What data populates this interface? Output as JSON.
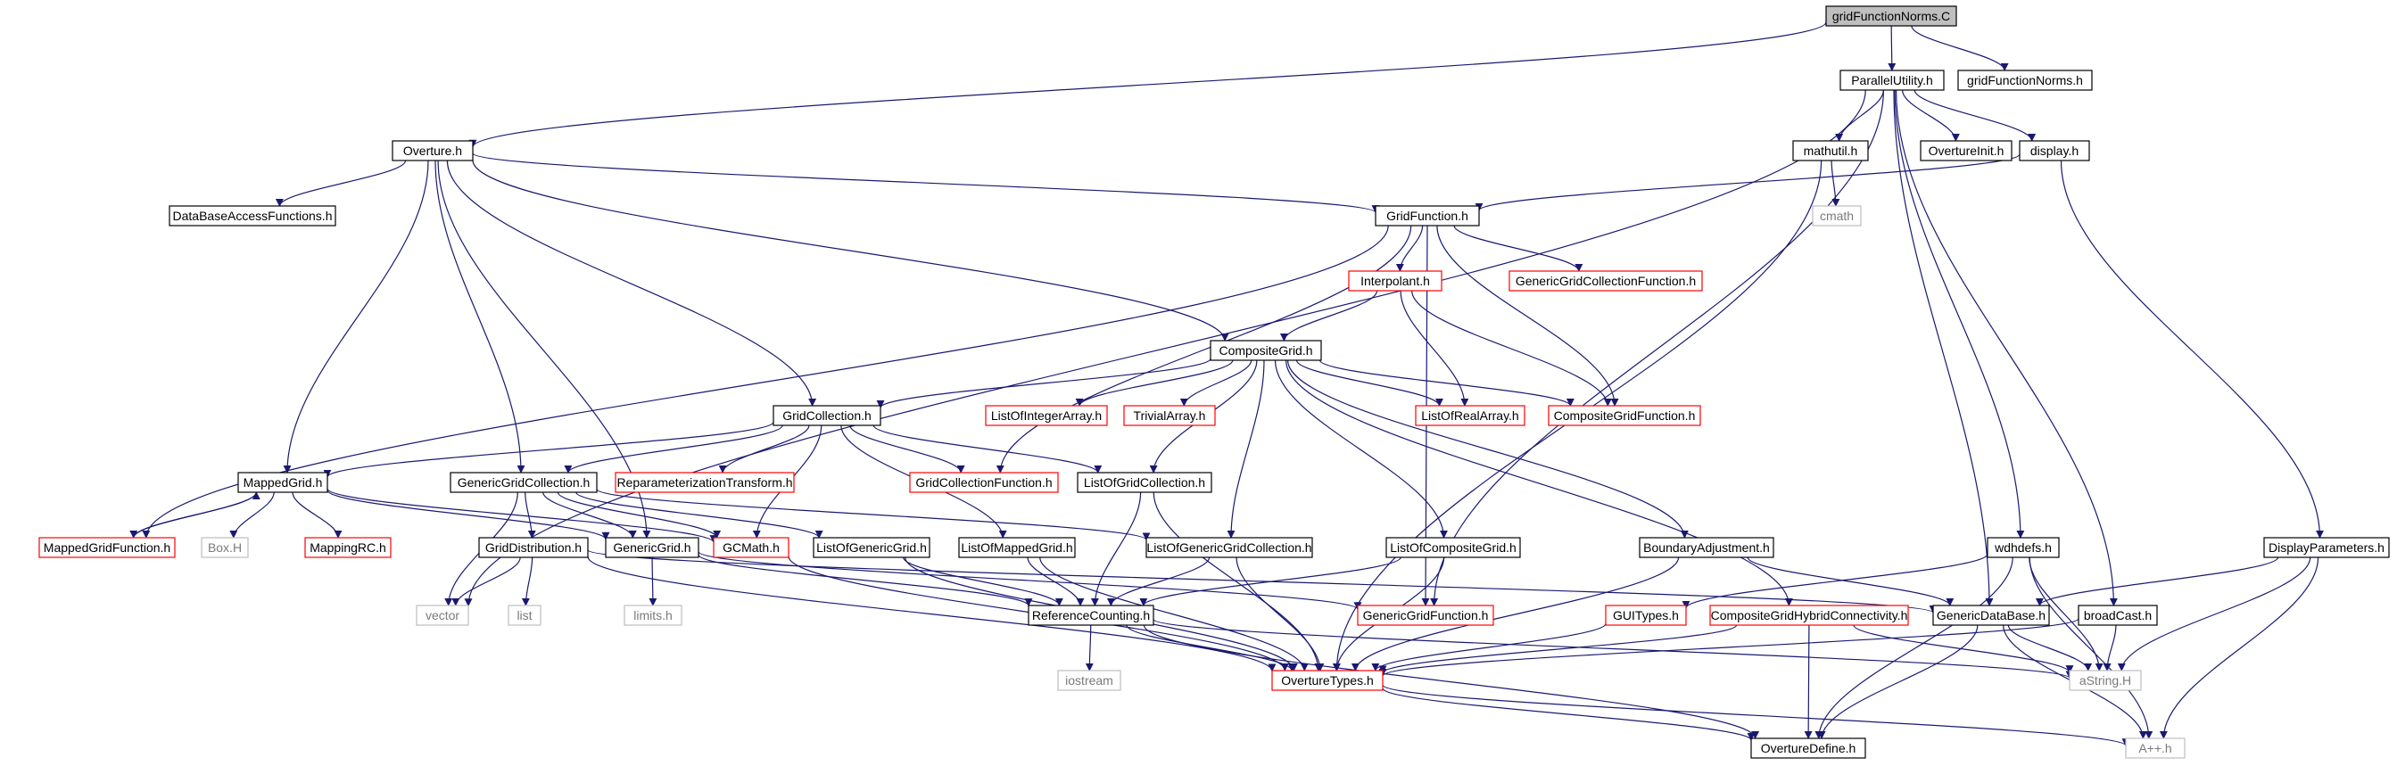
{
  "nodes": [
    {
      "id": "gridFunctionNorms_C",
      "label": "gridFunctionNorms.C",
      "style": "root"
    },
    {
      "id": "ParallelUtility_h",
      "label": "ParallelUtility.h",
      "style": "normal"
    },
    {
      "id": "gridFunctionNorms_h",
      "label": "gridFunctionNorms.h",
      "style": "normal"
    },
    {
      "id": "Overture_h",
      "label": "Overture.h",
      "style": "normal"
    },
    {
      "id": "mathutil_h",
      "label": "mathutil.h",
      "style": "normal"
    },
    {
      "id": "OvertureInit_h",
      "label": "OvertureInit.h",
      "style": "normal"
    },
    {
      "id": "display_h",
      "label": "display.h",
      "style": "normal"
    },
    {
      "id": "DataBaseAccessFunctions_h",
      "label": "DataBaseAccessFunctions.h",
      "style": "normal"
    },
    {
      "id": "GridFunction_h",
      "label": "GridFunction.h",
      "style": "normal"
    },
    {
      "id": "cmath",
      "label": "cmath",
      "style": "system"
    },
    {
      "id": "Interpolant_h",
      "label": "Interpolant.h",
      "style": "truncated"
    },
    {
      "id": "GenericGridCollectionFunction_h",
      "label": "GenericGridCollectionFunction.h",
      "style": "truncated"
    },
    {
      "id": "CompositeGrid_h",
      "label": "CompositeGrid.h",
      "style": "normal"
    },
    {
      "id": "GridCollection_h",
      "label": "GridCollection.h",
      "style": "normal"
    },
    {
      "id": "ListOfIntegerArray_h",
      "label": "ListOfIntegerArray.h",
      "style": "truncated"
    },
    {
      "id": "TrivialArray_h",
      "label": "TrivialArray.h",
      "style": "truncated"
    },
    {
      "id": "ListOfRealArray_h",
      "label": "ListOfRealArray.h",
      "style": "truncated"
    },
    {
      "id": "CompositeGridFunction_h",
      "label": "CompositeGridFunction.h",
      "style": "truncated"
    },
    {
      "id": "MappedGrid_h",
      "label": "MappedGrid.h",
      "style": "normal"
    },
    {
      "id": "GenericGridCollection_h",
      "label": "GenericGridCollection.h",
      "style": "normal"
    },
    {
      "id": "ReparameterizationTransform_h",
      "label": "ReparameterizationTransform.h",
      "style": "truncated"
    },
    {
      "id": "GridCollectionFunction_h",
      "label": "GridCollectionFunction.h",
      "style": "truncated"
    },
    {
      "id": "ListOfGridCollection_h",
      "label": "ListOfGridCollection.h",
      "style": "normal"
    },
    {
      "id": "MappedGridFunction_h",
      "label": "MappedGridFunction.h",
      "style": "truncated"
    },
    {
      "id": "Box_H",
      "label": "Box.H",
      "style": "system"
    },
    {
      "id": "MappingRC_h",
      "label": "MappingRC.h",
      "style": "truncated"
    },
    {
      "id": "GridDistribution_h",
      "label": "GridDistribution.h",
      "style": "normal"
    },
    {
      "id": "GenericGrid_h",
      "label": "GenericGrid.h",
      "style": "normal"
    },
    {
      "id": "GCMath_h",
      "label": "GCMath.h",
      "style": "truncated"
    },
    {
      "id": "ListOfGenericGrid_h",
      "label": "ListOfGenericGrid.h",
      "style": "normal"
    },
    {
      "id": "ListOfMappedGrid_h",
      "label": "ListOfMappedGrid.h",
      "style": "normal"
    },
    {
      "id": "ListOfGenericGridCollection_h",
      "label": "ListOfGenericGridCollection.h",
      "style": "normal"
    },
    {
      "id": "ListOfCompositeGrid_h",
      "label": "ListOfCompositeGrid.h",
      "style": "normal"
    },
    {
      "id": "BoundaryAdjustment_h",
      "label": "BoundaryAdjustment.h",
      "style": "normal"
    },
    {
      "id": "wdhdefs_h",
      "label": "wdhdefs.h",
      "style": "normal"
    },
    {
      "id": "DisplayParameters_h",
      "label": "DisplayParameters.h",
      "style": "normal"
    },
    {
      "id": "vector",
      "label": "vector",
      "style": "system"
    },
    {
      "id": "list",
      "label": "list",
      "style": "system"
    },
    {
      "id": "limits_h",
      "label": "limits.h",
      "style": "system"
    },
    {
      "id": "ReferenceCounting_h",
      "label": "ReferenceCounting.h",
      "style": "normal"
    },
    {
      "id": "GenericGridFunction_h",
      "label": "GenericGridFunction.h",
      "style": "truncated"
    },
    {
      "id": "GUITypes_h",
      "label": "GUITypes.h",
      "style": "truncated"
    },
    {
      "id": "CompositeGridHybridConnectivity_h",
      "label": "CompositeGridHybridConnectivity.h",
      "style": "truncated"
    },
    {
      "id": "GenericDataBase_h",
      "label": "GenericDataBase.h",
      "style": "normal"
    },
    {
      "id": "broadCast_h",
      "label": "broadCast.h",
      "style": "normal"
    },
    {
      "id": "iostream",
      "label": "iostream",
      "style": "system"
    },
    {
      "id": "OvertureTypes_h",
      "label": "OvertureTypes.h",
      "style": "truncated"
    },
    {
      "id": "aString_H",
      "label": "aString.H",
      "style": "system"
    },
    {
      "id": "OvertureDefine_h",
      "label": "OvertureDefine.h",
      "style": "normal"
    },
    {
      "id": "App_h",
      "label": "A++.h",
      "style": "system"
    }
  ],
  "edges": [
    [
      "gridFunctionNorms_C",
      "ParallelUtility_h"
    ],
    [
      "gridFunctionNorms_C",
      "gridFunctionNorms_h"
    ],
    [
      "gridFunctionNorms_C",
      "Overture_h"
    ],
    [
      "ParallelUtility_h",
      "mathutil_h"
    ],
    [
      "ParallelUtility_h",
      "OvertureInit_h"
    ],
    [
      "ParallelUtility_h",
      "display_h"
    ],
    [
      "ParallelUtility_h",
      "GenericDataBase_h"
    ],
    [
      "ParallelUtility_h",
      "broadCast_h"
    ],
    [
      "ParallelUtility_h",
      "wdhdefs_h"
    ],
    [
      "ParallelUtility_h",
      "vector"
    ],
    [
      "ParallelUtility_h",
      "GenericGridFunction_h"
    ],
    [
      "Overture_h",
      "DataBaseAccessFunctions_h"
    ],
    [
      "Overture_h",
      "GridFunction_h"
    ],
    [
      "Overture_h",
      "MappedGrid_h"
    ],
    [
      "Overture_h",
      "GenericGrid_h"
    ],
    [
      "Overture_h",
      "GenericGridCollection_h"
    ],
    [
      "Overture_h",
      "GridCollection_h"
    ],
    [
      "Overture_h",
      "CompositeGrid_h"
    ],
    [
      "mathutil_h",
      "cmath"
    ],
    [
      "mathutil_h",
      "OvertureTypes_h"
    ],
    [
      "display_h",
      "GridFunction_h"
    ],
    [
      "display_h",
      "DisplayParameters_h"
    ],
    [
      "GridFunction_h",
      "Interpolant_h"
    ],
    [
      "GridFunction_h",
      "GenericGridCollectionFunction_h"
    ],
    [
      "GridFunction_h",
      "CompositeGridFunction_h"
    ],
    [
      "GridFunction_h",
      "GridCollectionFunction_h"
    ],
    [
      "GridFunction_h",
      "MappedGridFunction_h"
    ],
    [
      "GridFunction_h",
      "GenericGridFunction_h"
    ],
    [
      "Interpolant_h",
      "CompositeGrid_h"
    ],
    [
      "Interpolant_h",
      "ListOfRealArray_h"
    ],
    [
      "Interpolant_h",
      "CompositeGridFunction_h"
    ],
    [
      "CompositeGrid_h",
      "GridCollection_h"
    ],
    [
      "CompositeGrid_h",
      "ListOfIntegerArray_h"
    ],
    [
      "CompositeGrid_h",
      "TrivialArray_h"
    ],
    [
      "CompositeGrid_h",
      "ListOfRealArray_h"
    ],
    [
      "CompositeGrid_h",
      "CompositeGridFunction_h"
    ],
    [
      "CompositeGrid_h",
      "ListOfGridCollection_h"
    ],
    [
      "CompositeGrid_h",
      "ListOfGenericGridCollection_h"
    ],
    [
      "CompositeGrid_h",
      "ListOfCompositeGrid_h"
    ],
    [
      "CompositeGrid_h",
      "BoundaryAdjustment_h"
    ],
    [
      "CompositeGrid_h",
      "CompositeGridHybridConnectivity_h"
    ],
    [
      "GridCollection_h",
      "MappedGrid_h"
    ],
    [
      "GridCollection_h",
      "GenericGridCollection_h"
    ],
    [
      "GridCollection_h",
      "ReparameterizationTransform_h"
    ],
    [
      "GridCollection_h",
      "GridCollectionFunction_h"
    ],
    [
      "GridCollection_h",
      "ListOfGridCollection_h"
    ],
    [
      "GridCollection_h",
      "GCMath_h"
    ],
    [
      "GridCollection_h",
      "ListOfMappedGrid_h"
    ],
    [
      "MappedGrid_h",
      "MappedGridFunction_h"
    ],
    [
      "MappedGrid_h",
      "Box_H"
    ],
    [
      "MappedGrid_h",
      "MappingRC_h"
    ],
    [
      "MappedGrid_h",
      "GenericGrid_h"
    ],
    [
      "MappedGrid_h",
      "GCMath_h"
    ],
    [
      "MappedGridFunction_h",
      "MappedGrid_h"
    ],
    [
      "GenericGridCollection_h",
      "GridDistribution_h"
    ],
    [
      "GenericGridCollection_h",
      "GenericGrid_h"
    ],
    [
      "GenericGridCollection_h",
      "GCMath_h"
    ],
    [
      "GenericGridCollection_h",
      "ListOfGenericGrid_h"
    ],
    [
      "GenericGridCollection_h",
      "ListOfGenericGridCollection_h"
    ],
    [
      "GenericGridCollection_h",
      "vector"
    ],
    [
      "GridDistribution_h",
      "vector"
    ],
    [
      "GridDistribution_h",
      "list"
    ],
    [
      "GridDistribution_h",
      "OvertureTypes_h"
    ],
    [
      "GridDistribution_h",
      "GenericDataBase_h"
    ],
    [
      "GenericGrid_h",
      "limits_h"
    ],
    [
      "GenericGrid_h",
      "ReferenceCounting_h"
    ],
    [
      "GenericGrid_h",
      "GenericGridFunction_h"
    ],
    [
      "GCMath_h",
      "OvertureTypes_h"
    ],
    [
      "ListOfGenericGrid_h",
      "ReferenceCounting_h"
    ],
    [
      "ListOfGenericGrid_h",
      "OvertureTypes_h"
    ],
    [
      "ListOfMappedGrid_h",
      "ReferenceCounting_h"
    ],
    [
      "ListOfMappedGrid_h",
      "OvertureTypes_h"
    ],
    [
      "ListOfGridCollection_h",
      "ReferenceCounting_h"
    ],
    [
      "ListOfGridCollection_h",
      "OvertureTypes_h"
    ],
    [
      "ListOfGenericGridCollection_h",
      "ReferenceCounting_h"
    ],
    [
      "ListOfGenericGridCollection_h",
      "OvertureTypes_h"
    ],
    [
      "ListOfCompositeGrid_h",
      "ReferenceCounting_h"
    ],
    [
      "ListOfCompositeGrid_h",
      "OvertureTypes_h"
    ],
    [
      "BoundaryAdjustment_h",
      "GenericDataBase_h"
    ],
    [
      "BoundaryAdjustment_h",
      "OvertureTypes_h"
    ],
    [
      "wdhdefs_h",
      "GUITypes_h"
    ],
    [
      "wdhdefs_h",
      "aString_H"
    ],
    [
      "wdhdefs_h",
      "OvertureDefine_h"
    ],
    [
      "wdhdefs_h",
      "App_h"
    ],
    [
      "DisplayParameters_h",
      "GenericDataBase_h"
    ],
    [
      "DisplayParameters_h",
      "aString_H"
    ],
    [
      "DisplayParameters_h",
      "App_h"
    ],
    [
      "ReferenceCounting_h",
      "iostream"
    ],
    [
      "ReferenceCounting_h",
      "OvertureTypes_h"
    ],
    [
      "ReferenceCounting_h",
      "OvertureDefine_h"
    ],
    [
      "ReferenceCounting_h",
      "aString_H"
    ],
    [
      "GUITypes_h",
      "OvertureTypes_h"
    ],
    [
      "CompositeGridHybridConnectivity_h",
      "OvertureTypes_h"
    ],
    [
      "CompositeGridHybridConnectivity_h",
      "OvertureDefine_h"
    ],
    [
      "CompositeGridHybridConnectivity_h",
      "aString_H"
    ],
    [
      "GenericDataBase_h",
      "aString_H"
    ],
    [
      "GenericDataBase_h",
      "App_h"
    ],
    [
      "GenericDataBase_h",
      "OvertureDefine_h"
    ],
    [
      "broadCast_h",
      "aString_H"
    ],
    [
      "broadCast_h",
      "OvertureTypes_h"
    ],
    [
      "OvertureTypes_h",
      "OvertureDefine_h"
    ],
    [
      "OvertureTypes_h",
      "App_h"
    ]
  ],
  "colors": {
    "edge": "#191970",
    "normal_border": "#000000",
    "truncated_border": "#ff0000",
    "system_border": "#bfbfbf",
    "root_fill": "#bfbfbf",
    "background": "#ffffff"
  }
}
